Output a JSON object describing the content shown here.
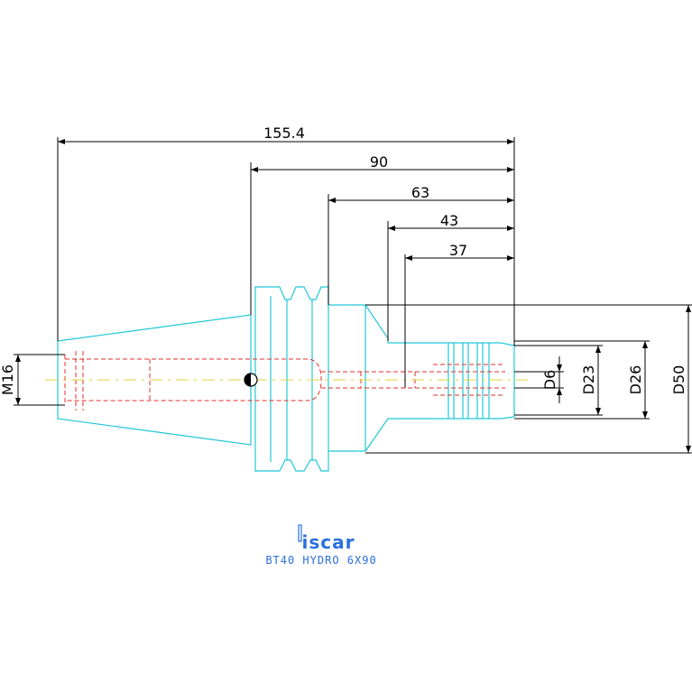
{
  "drawing": {
    "dimensions": {
      "overall_length": "155.4",
      "gauge_to_tip": "90",
      "body_length": "63",
      "clamp_length": "43",
      "bore_depth": "37",
      "thread": "M16",
      "bore_diameter": "D6",
      "sleeve_diameter_small": "D23",
      "sleeve_diameter_large": "D26",
      "flange_diameter": "D50"
    },
    "logo": "iscar",
    "caption": "BT40 HYDRO 6X90"
  },
  "colors": {
    "outline": "#22c7d6",
    "hidden": "#e0312b",
    "centerline": "#e6d23a",
    "dimension": "#000000",
    "brand": "#2a6fe0"
  }
}
